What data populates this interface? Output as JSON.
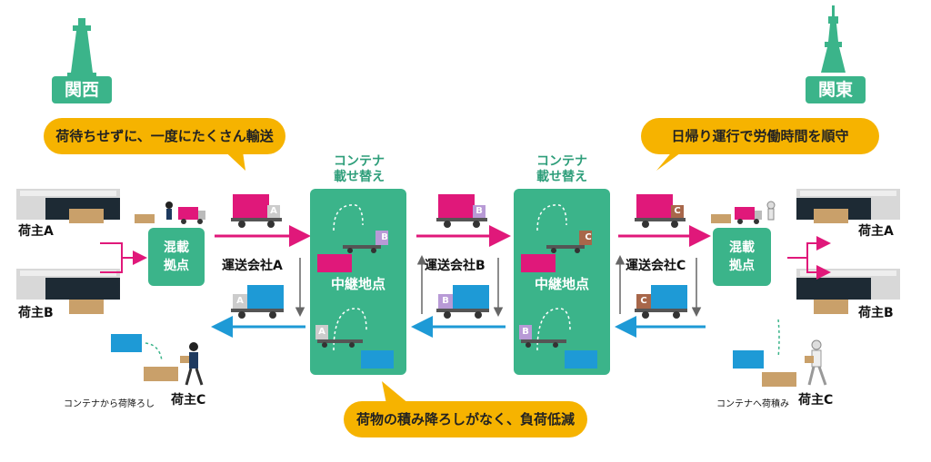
{
  "regions": {
    "west": "関西",
    "east": "関東"
  },
  "bubbles": {
    "west": "荷待ちせずに、一度にたくさん輸送",
    "east": "日帰り運行で労働時間を順守",
    "bottom": "荷物の積み降ろしがなく、負荷低減"
  },
  "transfer_title": "コンテナ\n載せ替え",
  "relay_label": "中継地点",
  "mixing_hub": "混載\n拠点",
  "carriers": [
    "運送会社A",
    "運送会社B",
    "運送会社C"
  ],
  "shippers": {
    "a": "荷主A",
    "b": "荷主B",
    "c": "荷主C"
  },
  "notes": {
    "unload": "コンテナから荷降ろし",
    "load": "コンテナへ荷積み"
  },
  "trailer_letters": [
    "A",
    "B",
    "C"
  ],
  "colors": {
    "green": "#3bb48a",
    "yellow": "#f6b300",
    "magenta": "#e0187a",
    "blue": "#1e9ad6"
  }
}
